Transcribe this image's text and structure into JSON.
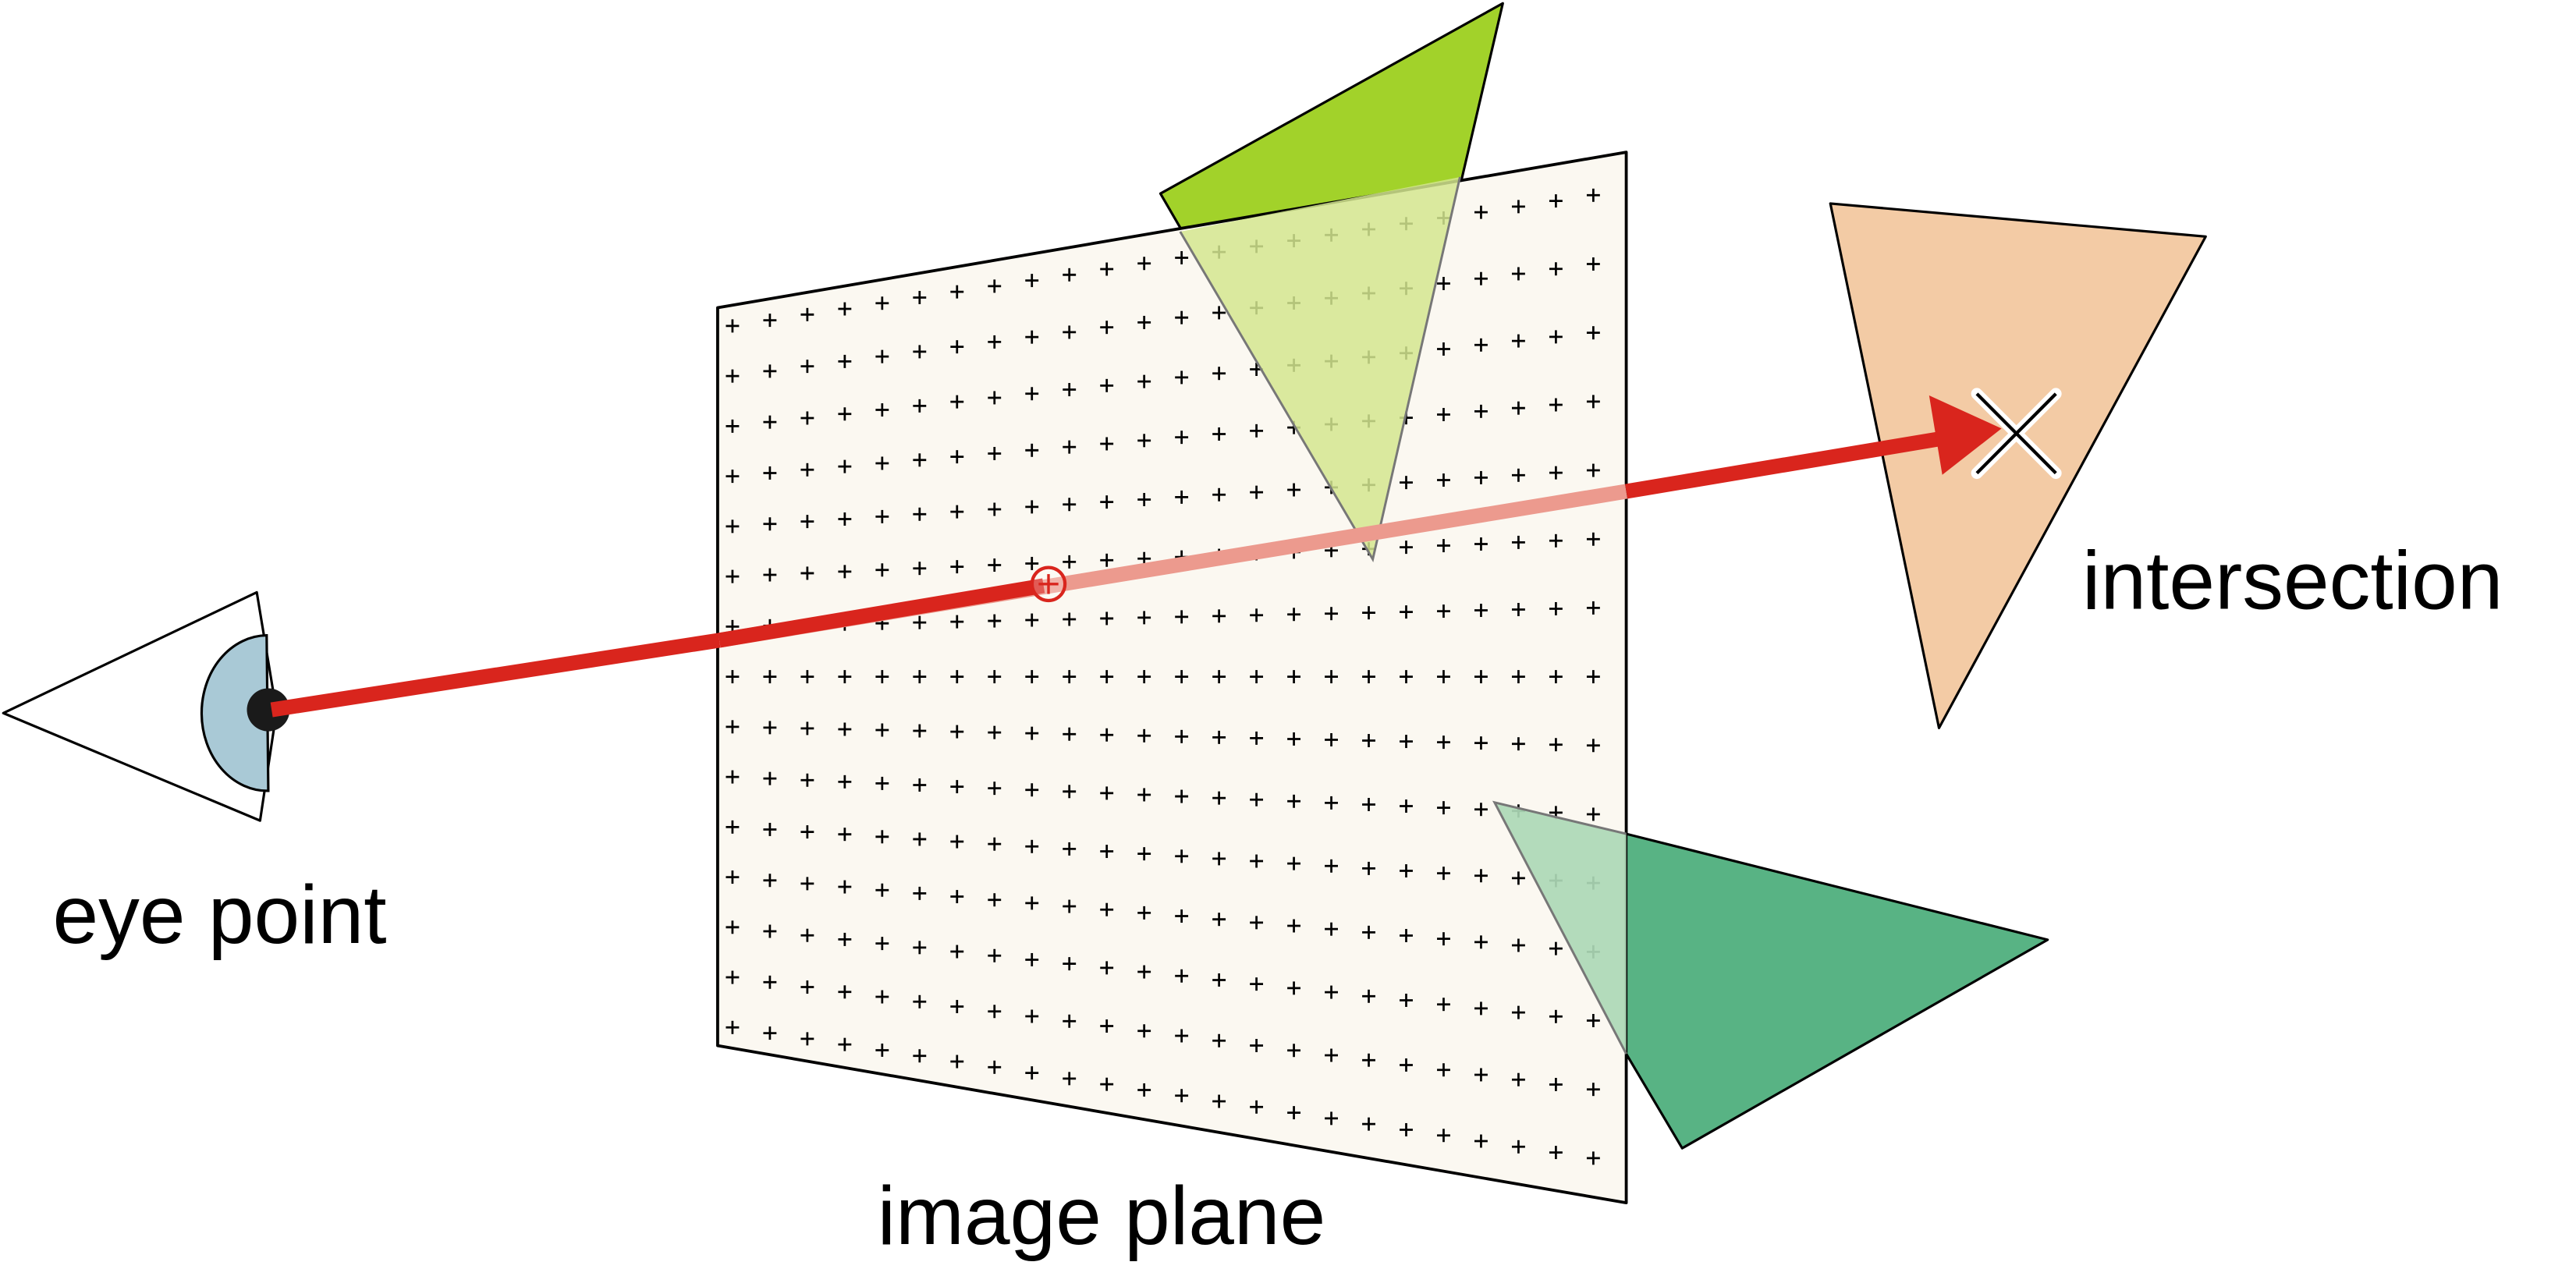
{
  "labels": {
    "eye_point": "eye point",
    "image_plane": "image plane",
    "intersection": "intersection"
  },
  "colors": {
    "background": "#ffffff",
    "image_plane_fill": "#fbf8f1",
    "ray": "#d9251d",
    "ray_through_plane": "#ec9a8e",
    "green_light": "#a2d22a",
    "green_light_on_plane": "#d3e68f",
    "green_dark": "#58b384",
    "green_dark_on_plane": "#add8b6",
    "orange_triangle": "#f3cba5",
    "eye_iris": "#a9c9d6",
    "eye_pupil": "#1a1a1a",
    "outline": "#000000"
  },
  "icons": {
    "eye": "eye-icon",
    "intersection_marker": "cross-mark-icon",
    "pixel_marker": "plus-icon",
    "sample_point": "circle-icon"
  }
}
